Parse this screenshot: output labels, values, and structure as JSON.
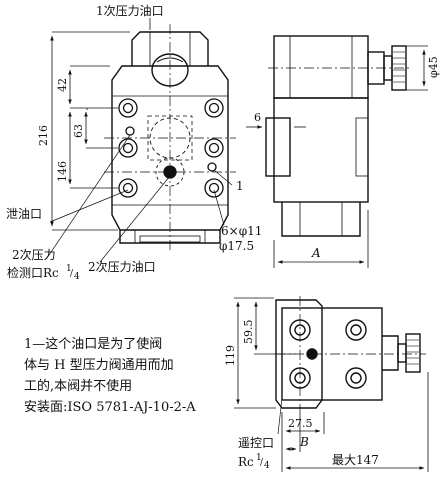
{
  "labels": {
    "port1": "1次压力油口",
    "drain": "泄油口",
    "gauge_line1": "2次压力",
    "gauge_line2": "检测口Rc",
    "gauge_sup": "1",
    "gauge_sub": "4",
    "port2": "2次压力油口",
    "holes": "6×φ11",
    "holes2": "φ17.5",
    "marker1": "1",
    "remote_line1": "遥控口",
    "remote_line2": "Rc",
    "remote_sup": "1",
    "remote_sub": "4"
  },
  "dims": {
    "d42": "42",
    "d216": "216",
    "d63": "63",
    "d146": "146",
    "d6": "6",
    "d45": "φ45",
    "dA": "A",
    "d59": "59.5",
    "d119": "119",
    "d27": "27.5",
    "dB": "B",
    "dmax": "最大147"
  },
  "notes": [
    "1—这个油口是为了使阀",
    "体与 H 型压力阀通用而加",
    "工的,本阀并不使用",
    "安装面:ISO 5781-AJ-10-2-A"
  ]
}
